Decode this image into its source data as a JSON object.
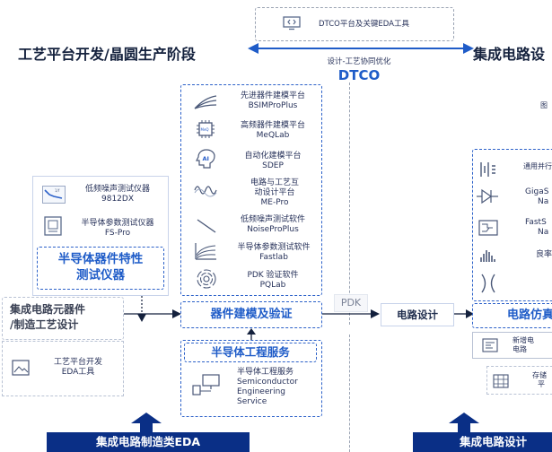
{
  "dtco_box": {
    "label": "DTCO平台及关键EDA工具"
  },
  "headers": {
    "left": "工艺平台开发/晶圆生产阶段",
    "right": "集成电路设"
  },
  "dtco": {
    "subtitle": "设计-工艺协同优化",
    "title": "DTCO"
  },
  "tools_left": [
    {
      "name": "低频噪声测试仪器",
      "code": "9812DX"
    },
    {
      "name": "半导体参数测试仪器",
      "code": "FS-Pro"
    }
  ],
  "char_box_title": [
    "半导体器件特性",
    "测试仪器"
  ],
  "platforms": [
    {
      "name": "先进器件建模平台",
      "code": "BSIMProPlus"
    },
    {
      "name": "高频器件建模平台",
      "code": "MeQLab"
    },
    {
      "name": "自动化建模平台",
      "code": "SDEP"
    },
    {
      "name": "电路与工艺互动设计平台",
      "code": "ME-Pro"
    },
    {
      "name": "低频噪声测试软件",
      "code": "NoiseProPlus"
    },
    {
      "name": "半导体参数测试软件",
      "code": "Fastlab"
    },
    {
      "name": "PDK 验证软件",
      "code": "PQLab"
    }
  ],
  "ic_element_box": [
    "集成电路元器件",
    "/制造工艺设计"
  ],
  "modeling_box": "器件建模及验证",
  "pdk_label": "PDK",
  "circuit_design": "电路设计",
  "circuit_sim": "电路仿真",
  "eng_service_title": "半导体工程服务",
  "eng_service": {
    "name": "半导体工程服务",
    "lines": [
      "Semiconductor",
      "Engineering",
      "Service"
    ]
  },
  "process_eda": [
    "工艺平台开发",
    "EDA工具"
  ],
  "bottom_left": "集成电路制造类EDA",
  "bottom_right": "集成电路设计",
  "right_partial": {
    "top_label": "图",
    "sim1": "通用并行",
    "sim2": [
      "GigaS",
      "Na"
    ],
    "sim3": [
      "FastS",
      "Na"
    ],
    "sim4": "良率",
    "new_item": [
      "新增电",
      "电路"
    ],
    "store": [
      "存储",
      "平"
    ]
  }
}
